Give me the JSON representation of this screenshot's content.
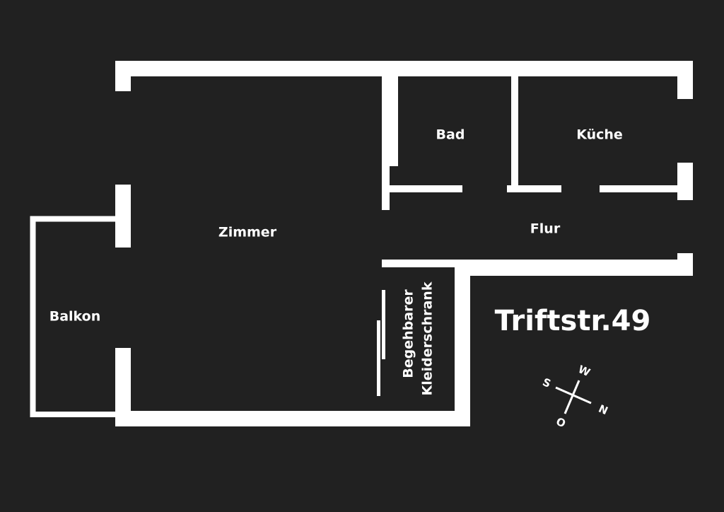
{
  "colors": {
    "background": "#212121",
    "walls": "#ffffff",
    "text": "#ffffff"
  },
  "rooms": {
    "zimmer": "Zimmer",
    "bad": "Bad",
    "kueche": "Küche",
    "flur": "Flur",
    "balkon": "Balkon",
    "closet_line1": "Begehbarer",
    "closet_line2": "Kleiderschrank"
  },
  "address": "Triftstr.49",
  "compass": {
    "s": "S",
    "w": "W",
    "n": "N",
    "o": "O"
  }
}
